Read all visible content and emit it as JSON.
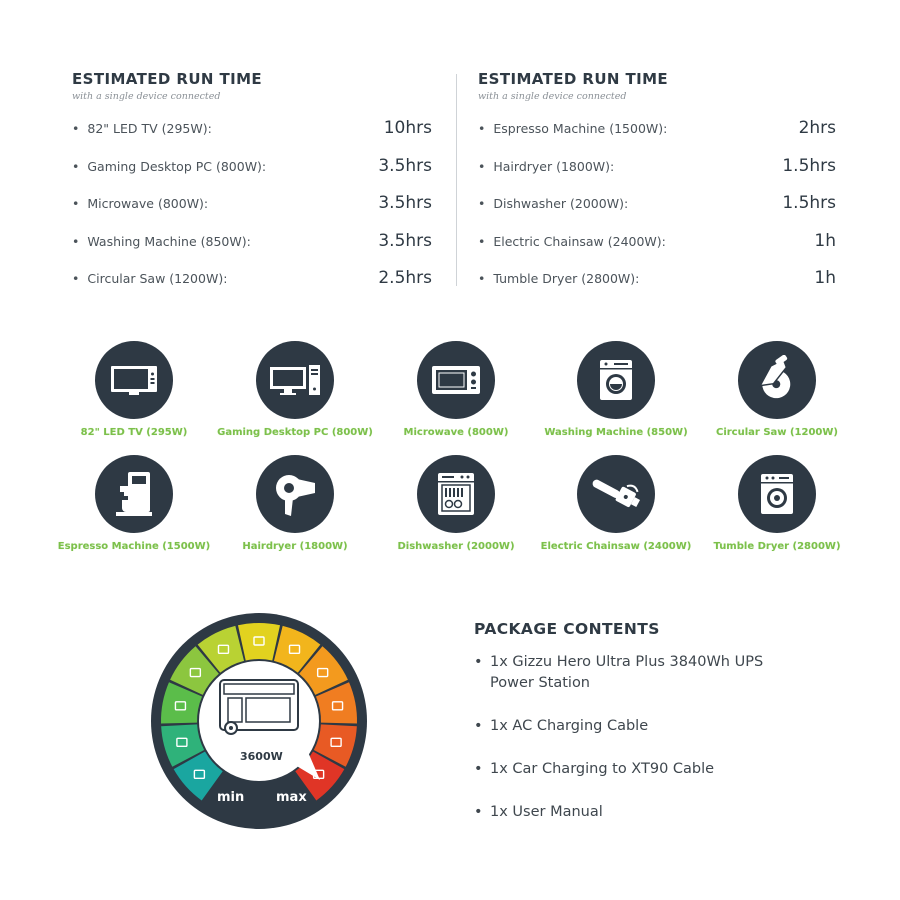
{
  "runtime_left": {
    "title": "ESTIMATED RUN TIME",
    "subtitle": "with a single device connected",
    "rows": [
      {
        "device": "82\" LED TV (295W):",
        "time": "10hrs"
      },
      {
        "device": "Gaming Desktop PC (800W):",
        "time": "3.5hrs"
      },
      {
        "device": "Microwave (800W):",
        "time": "3.5hrs"
      },
      {
        "device": "Washing Machine (850W):",
        "time": "3.5hrs"
      },
      {
        "device": "Circular Saw (1200W):",
        "time": "2.5hrs"
      }
    ]
  },
  "runtime_right": {
    "title": "ESTIMATED RUN TIME",
    "subtitle": "with a single device connected",
    "rows": [
      {
        "device": "Espresso Machine (1500W):",
        "time": "2hrs"
      },
      {
        "device": "Hairdryer (1800W):",
        "time": "1.5hrs"
      },
      {
        "device": "Dishwasher (2000W):",
        "time": "1.5hrs"
      },
      {
        "device": "Electric Chainsaw (2400W):",
        "time": "1h"
      },
      {
        "device": "Tumble Dryer (2800W):",
        "time": "1h"
      }
    ]
  },
  "icons": [
    {
      "icon": "tv-icon",
      "label": "82\" LED TV (295W)"
    },
    {
      "icon": "desktop-pc-icon",
      "label": "Gaming Desktop PC (800W)"
    },
    {
      "icon": "microwave-icon",
      "label": "Microwave (800W)"
    },
    {
      "icon": "washing-machine-icon",
      "label": "Washing Machine (850W)"
    },
    {
      "icon": "circular-saw-icon",
      "label": "Circular Saw (1200W)"
    },
    {
      "icon": "espresso-machine-icon",
      "label": "Espresso Machine (1500W)"
    },
    {
      "icon": "hairdryer-icon",
      "label": "Hairdryer (1800W)"
    },
    {
      "icon": "dishwasher-icon",
      "label": "Dishwasher (2000W)"
    },
    {
      "icon": "chainsaw-icon",
      "label": "Electric Chainsaw (2400W)"
    },
    {
      "icon": "tumble-dryer-icon",
      "label": "Tumble Dryer (2800W)"
    }
  ],
  "gauge": {
    "wattage": "3600W",
    "min_label": "min",
    "max_label": "max",
    "segment_colors": [
      "#1aa6a0",
      "#2fb27a",
      "#5bbd4a",
      "#8cc63f",
      "#b9d233",
      "#e2d21f",
      "#f2b51c",
      "#f39a1e",
      "#f07d21",
      "#e85a24",
      "#e03526"
    ]
  },
  "package": {
    "title": "PACKAGE CONTENTS",
    "items": [
      "1x Gizzu Hero Ultra Plus 3840Wh UPS Power Station",
      "1x AC Charging Cable",
      "1x Car Charging to XT90 Cable",
      "1x User Manual"
    ]
  }
}
